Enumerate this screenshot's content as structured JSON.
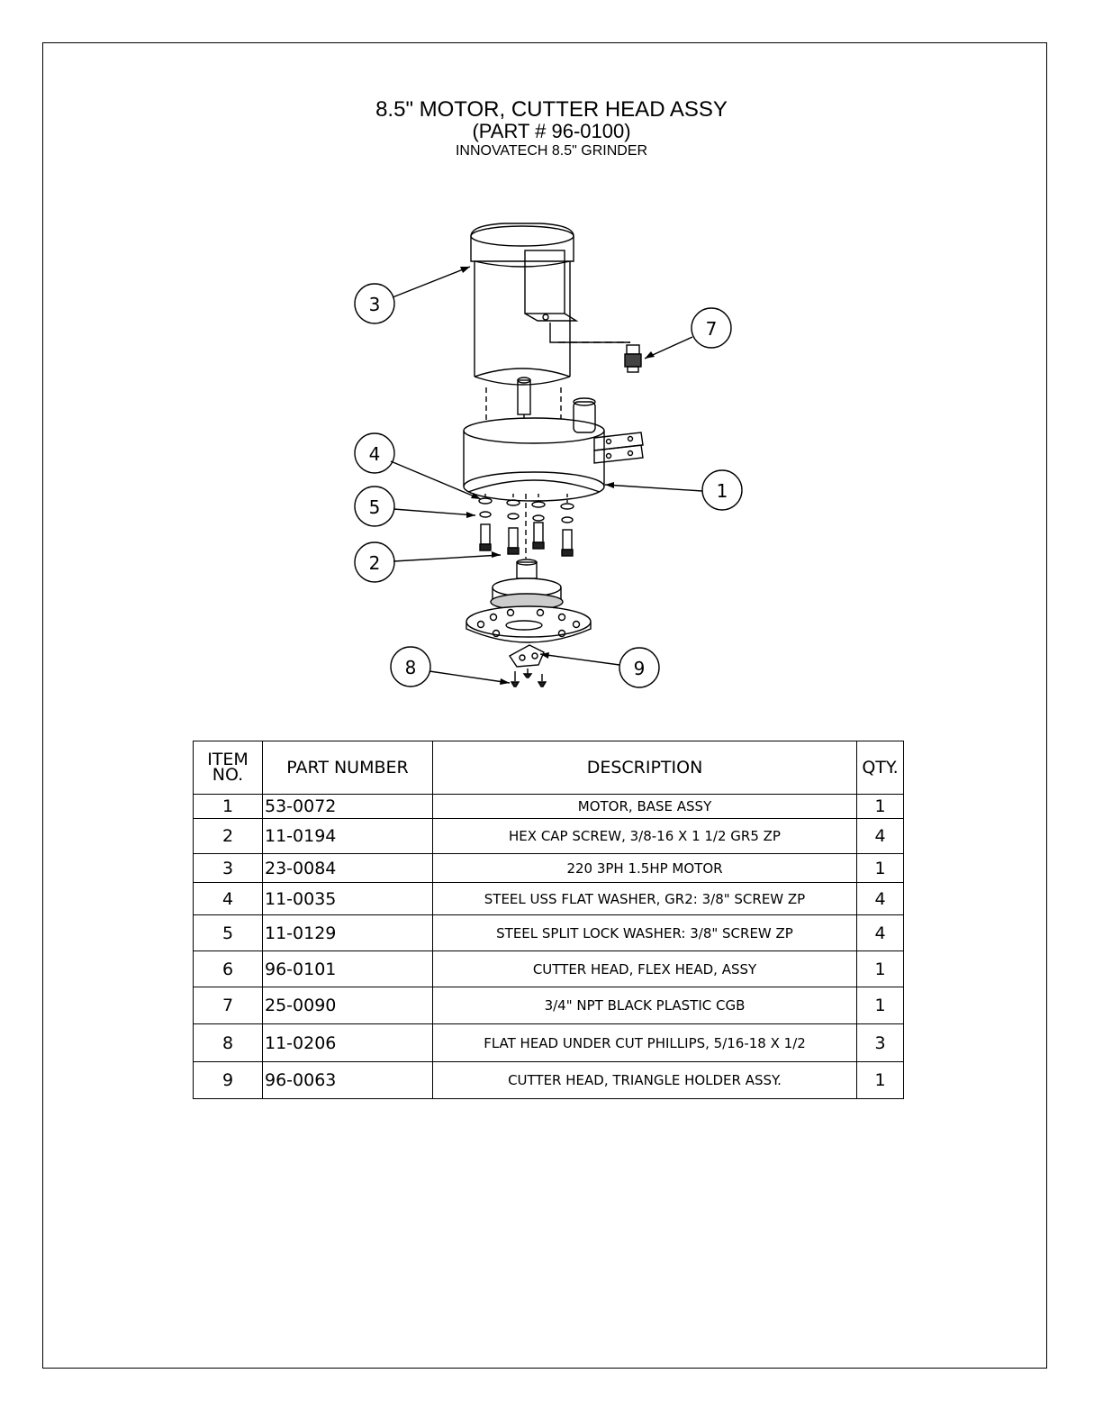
{
  "title": {
    "line1": "8.5\" MOTOR, CUTTER HEAD ASSY",
    "line2": "(PART # 96-0100)",
    "line3": "INNOVATECH 8.5\" GRINDER"
  },
  "balloons": [
    "1",
    "2",
    "3",
    "4",
    "5",
    "7",
    "8",
    "9"
  ],
  "bom": {
    "headers": {
      "item_line1": "ITEM",
      "item_line2": "NO.",
      "part_number": "PART NUMBER",
      "description": "DESCRIPTION",
      "qty": "QTY."
    },
    "rows": [
      {
        "item": "1",
        "part": "53-0072",
        "desc": "MOTOR, BASE ASSY",
        "qty": "1"
      },
      {
        "item": "2",
        "part": "11-0194",
        "desc": "HEX CAP SCREW, 3/8-16 X 1 1/2 GR5 ZP",
        "qty": "4"
      },
      {
        "item": "3",
        "part": "23-0084",
        "desc": "220 3PH 1.5HP MOTOR",
        "qty": "1"
      },
      {
        "item": "4",
        "part": "11-0035",
        "desc": "STEEL USS FLAT WASHER, GR2: 3/8\" SCREW ZP",
        "qty": "4"
      },
      {
        "item": "5",
        "part": "11-0129",
        "desc": "STEEL SPLIT LOCK WASHER: 3/8\" SCREW ZP",
        "qty": "4"
      },
      {
        "item": "6",
        "part": "96-0101",
        "desc": "CUTTER HEAD, FLEX HEAD, ASSY",
        "qty": "1"
      },
      {
        "item": "7",
        "part": "25-0090",
        "desc": "3/4\" NPT BLACK PLASTIC CGB",
        "qty": "1"
      },
      {
        "item": "8",
        "part": "11-0206",
        "desc": "FLAT HEAD UNDER CUT PHILLIPS, 5/16-18 X 1/2",
        "qty": "3"
      },
      {
        "item": "9",
        "part": "96-0063",
        "desc": "CUTTER HEAD, TRIANGLE HOLDER ASSY.",
        "qty": "1"
      }
    ]
  }
}
